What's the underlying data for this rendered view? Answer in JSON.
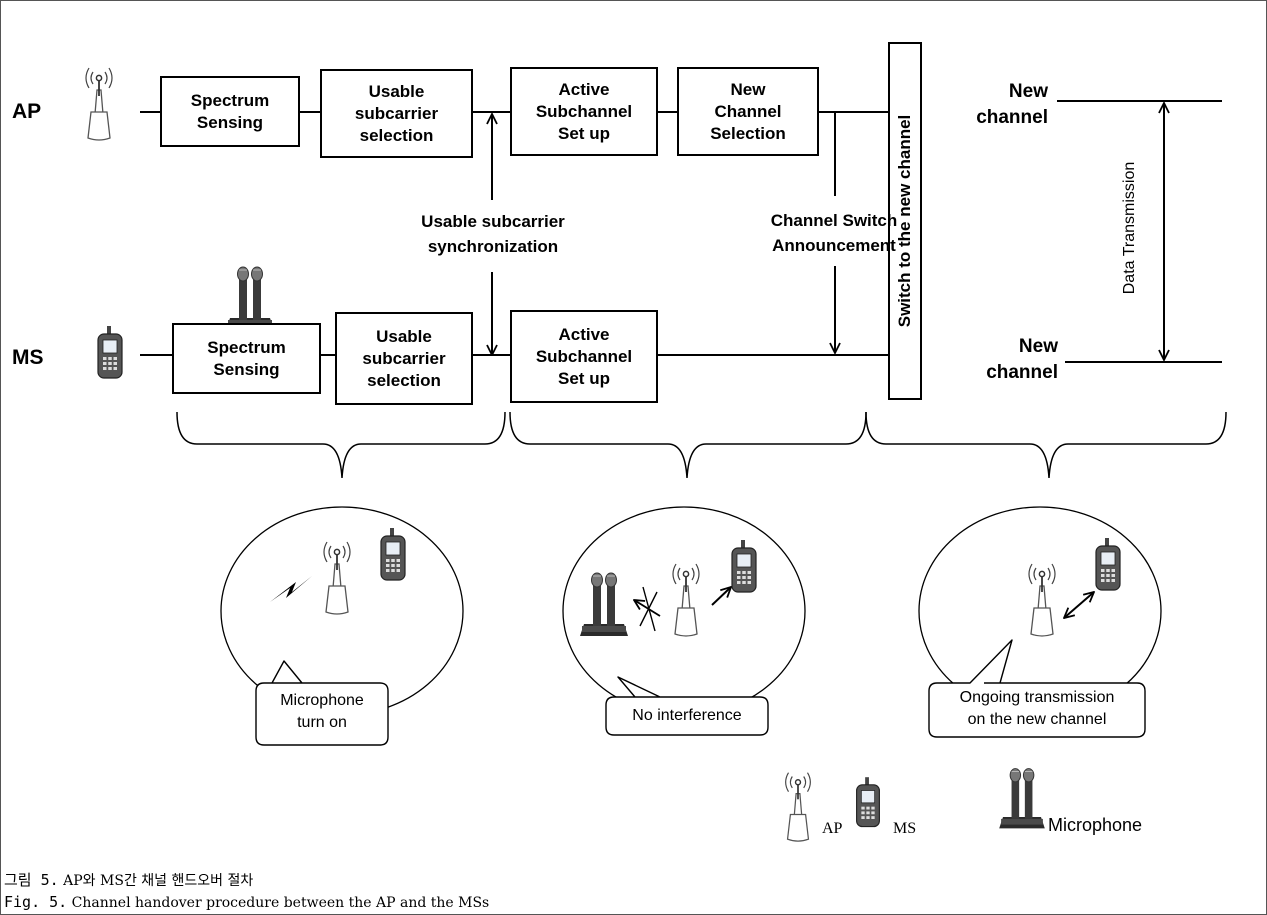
{
  "rows": {
    "ap": "AP",
    "ms": "MS"
  },
  "ap_boxes": [
    "Spectrum\nSensing",
    "Usable\nsubcarrier\nselection",
    "Active\nSubchannel\nSet up",
    "New\nChannel\nSelection"
  ],
  "ms_boxes": [
    "Spectrum\nSensing",
    "Usable\nsubcarrier\nselection",
    "Active\nSubchannel\nSet up"
  ],
  "switch_box": "Switch to the new channel",
  "annotations": {
    "sync": "Usable subcarrier\nsynchronization",
    "csa": "Channel Switch\nAnnouncement"
  },
  "channel_labels": {
    "top": "New\nchannel",
    "bottom": "New\nchannel"
  },
  "data_transmission": "Data Transmission",
  "callouts": [
    "Microphone\nturn on",
    "No interference",
    "Ongoing transmission\non the new channel"
  ],
  "legend": {
    "ap": "AP",
    "ms": "MS",
    "mic": "Microphone"
  },
  "caption": {
    "korean_prefix": "그림 5.",
    "korean_text": "AP와 MS간 채널 핸드오버 절차",
    "english_prefix": "Fig. 5.",
    "english_text": "Channel handover procedure between the AP and the MSs"
  },
  "icons": [
    "ap-antenna-icon",
    "mobile-phone-icon",
    "microphone-icon",
    "link-arrow-icon",
    "blocked-link-icon"
  ]
}
